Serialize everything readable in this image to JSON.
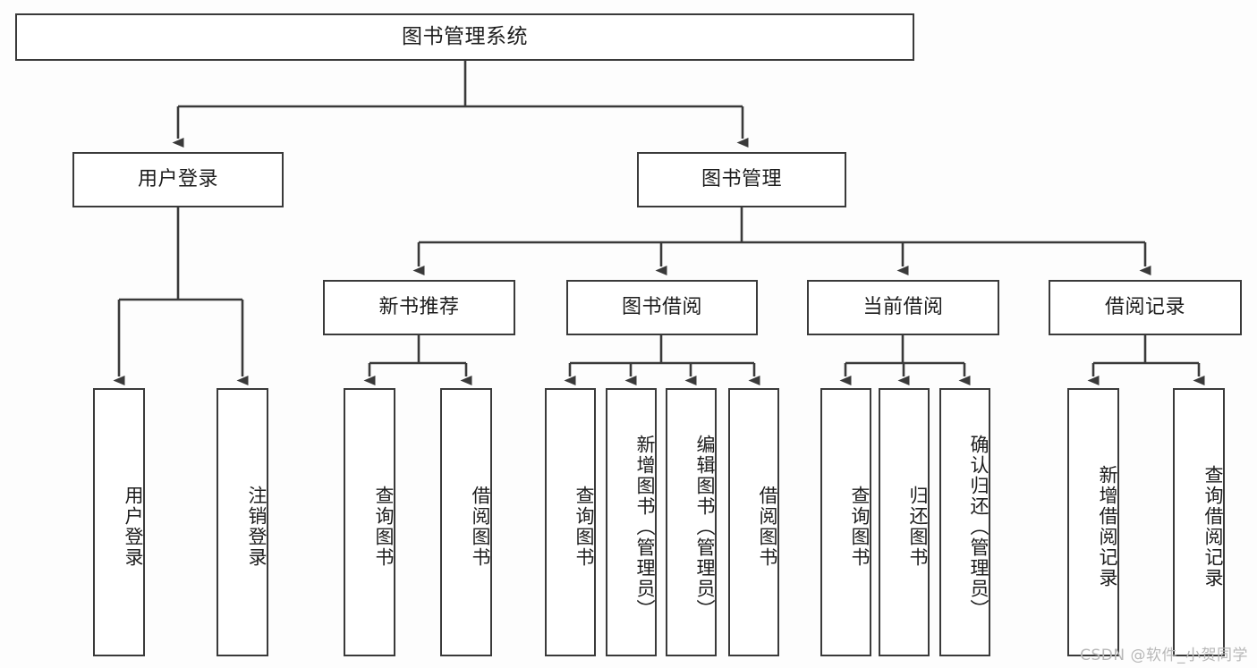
{
  "diagram": {
    "title": "图书管理系统",
    "type": "hierarchy-tree",
    "watermark": "CSDN @软件_小贺同学",
    "colors": {
      "background": "#fdfdfd",
      "node_fill": "#ffffff",
      "line": "#3a3a3a",
      "text": "#1d1d1d",
      "watermark": "#b8b8b8"
    },
    "nodes": {
      "root": {
        "label": "图书管理系统"
      },
      "level2": [
        {
          "id": "user-login",
          "label": "用户登录"
        },
        {
          "id": "book-manage",
          "label": "图书管理"
        }
      ],
      "level3": [
        {
          "id": "new-book-recommend",
          "label": "新书推荐"
        },
        {
          "id": "book-borrow",
          "label": "图书借阅"
        },
        {
          "id": "current-borrow",
          "label": "当前借阅"
        },
        {
          "id": "borrow-record",
          "label": "借阅记录"
        }
      ],
      "leaves": [
        {
          "id": "leaf-user-login",
          "label": "用户登录",
          "parent": "user-login"
        },
        {
          "id": "leaf-logout",
          "label": "注销登录",
          "parent": "user-login"
        },
        {
          "id": "leaf-query-book-1",
          "label": "查询图书",
          "parent": "new-book-recommend"
        },
        {
          "id": "leaf-borrow-book-1",
          "label": "借阅图书",
          "parent": "new-book-recommend"
        },
        {
          "id": "leaf-query-book-2",
          "label": "查询图书",
          "parent": "book-borrow"
        },
        {
          "id": "leaf-add-book",
          "label": "新增图书（管理员）",
          "parent": "book-borrow"
        },
        {
          "id": "leaf-edit-book",
          "label": "编辑图书（管理员）",
          "parent": "book-borrow"
        },
        {
          "id": "leaf-borrow-book-2",
          "label": "借阅图书",
          "parent": "book-borrow"
        },
        {
          "id": "leaf-query-book-3",
          "label": "查询图书",
          "parent": "current-borrow"
        },
        {
          "id": "leaf-return-book",
          "label": "归还图书",
          "parent": "current-borrow"
        },
        {
          "id": "leaf-confirm-return",
          "label": "确认归还（管理员）",
          "parent": "current-borrow"
        },
        {
          "id": "leaf-add-record",
          "label": "新增借阅记录",
          "parent": "borrow-record"
        },
        {
          "id": "leaf-query-record",
          "label": "查询借阅记录",
          "parent": "borrow-record"
        }
      ]
    }
  }
}
